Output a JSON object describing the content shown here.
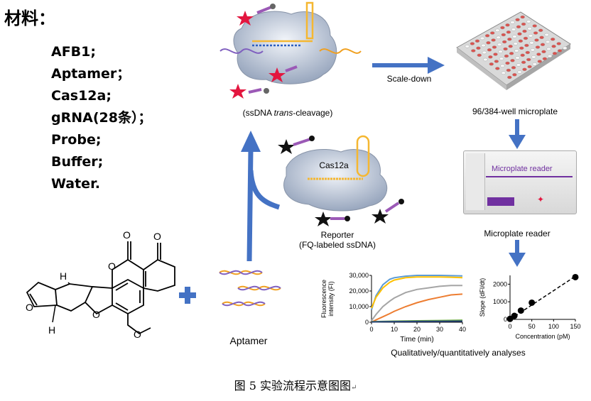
{
  "materials": {
    "title": "材料：",
    "items": [
      "AFB1;",
      "Aptamer；",
      "Cas12a;",
      "gRNA(28条）；",
      "Probe;",
      "Buffer;",
      "Water."
    ]
  },
  "labels": {
    "trans_cleavage_pre": "(ssDNA ",
    "trans_cleavage_em": "trans",
    "trans_cleavage_post": "-cleavage)",
    "scale_down": "Scale-down",
    "microplate": "96/384-well microplate",
    "cas12a": "Cas12a",
    "reporter_line1": "Reporter",
    "reporter_line2": "(FQ-labeled ssDNA)",
    "aptamer": "Aptamer",
    "reader_screen": "Microplate reader",
    "reader_label": "Microplate reader",
    "analyses": "Qualitatively/quantitatively analyses"
  },
  "caption": {
    "text": "图 5    实验流程示意图图",
    "mark": "↵"
  },
  "colors": {
    "arrow_blue": "#4472c4",
    "plus_blue": "#4472c4",
    "reader_purple": "#7030a0",
    "cas_body": "#c9d3e3",
    "orange_strand": "#f5b731",
    "star_red": "#e3163f"
  },
  "chart_data": [
    {
      "type": "line",
      "xlabel": "Time (min)",
      "ylabel": "Fluorescence intensity (FI)",
      "ylabel_lines": [
        "Fluorescence",
        "intensity (FI)"
      ],
      "xlim": [
        0,
        40
      ],
      "ylim": [
        0,
        30000
      ],
      "x_ticks": [
        "0",
        "10",
        "20",
        "30",
        "40"
      ],
      "y_ticks": [
        "0",
        "10,000",
        "20,000",
        "30,000"
      ],
      "series": [
        {
          "color": "#5b9bd5",
          "x": [
            0,
            2,
            5,
            8,
            10,
            15,
            20,
            25,
            30,
            35,
            40
          ],
          "y": [
            8000,
            17000,
            24000,
            27500,
            28500,
            29500,
            30000,
            30000,
            30000,
            29800,
            29700
          ]
        },
        {
          "color": "#ffc000",
          "x": [
            0,
            2,
            5,
            8,
            10,
            15,
            20,
            25,
            30,
            35,
            40
          ],
          "y": [
            9000,
            16000,
            22000,
            25500,
            27000,
            28500,
            29000,
            29000,
            29000,
            28800,
            28500
          ]
        },
        {
          "color": "#a5a5a5",
          "x": [
            0,
            2,
            5,
            8,
            10,
            15,
            20,
            25,
            30,
            35,
            40
          ],
          "y": [
            1000,
            5000,
            10000,
            13500,
            15500,
            19000,
            21000,
            22000,
            23000,
            23500,
            23500
          ]
        },
        {
          "color": "#ed7d31",
          "x": [
            0,
            2,
            5,
            8,
            10,
            15,
            20,
            25,
            30,
            35,
            40
          ],
          "y": [
            0,
            1500,
            3500,
            5500,
            7000,
            10000,
            12500,
            14500,
            16000,
            17500,
            18000
          ]
        },
        {
          "color": "#70ad47",
          "x": [
            0,
            5,
            10,
            20,
            30,
            40
          ],
          "y": [
            300,
            500,
            700,
            900,
            1100,
            1300
          ]
        },
        {
          "color": "#264478",
          "x": [
            0,
            5,
            10,
            20,
            30,
            40
          ],
          "y": [
            200,
            300,
            400,
            500,
            600,
            700
          ]
        }
      ]
    },
    {
      "type": "scatter",
      "xlabel": "Concentration (pM)",
      "ylabel": "Slope (dFI/dt)",
      "xlim": [
        0,
        150
      ],
      "ylim": [
        0,
        2500
      ],
      "x_ticks": [
        "0",
        "50",
        "100",
        "150"
      ],
      "y_ticks": [
        "0",
        "1000",
        "2000"
      ],
      "points": [
        {
          "x": 0,
          "y": 30
        },
        {
          "x": 10,
          "y": 200
        },
        {
          "x": 25,
          "y": 500
        },
        {
          "x": 50,
          "y": 950
        },
        {
          "x": 150,
          "y": 2400
        }
      ],
      "fit_line": {
        "x": [
          0,
          150
        ],
        "y": [
          0,
          2450
        ],
        "style": "dashed"
      }
    }
  ]
}
